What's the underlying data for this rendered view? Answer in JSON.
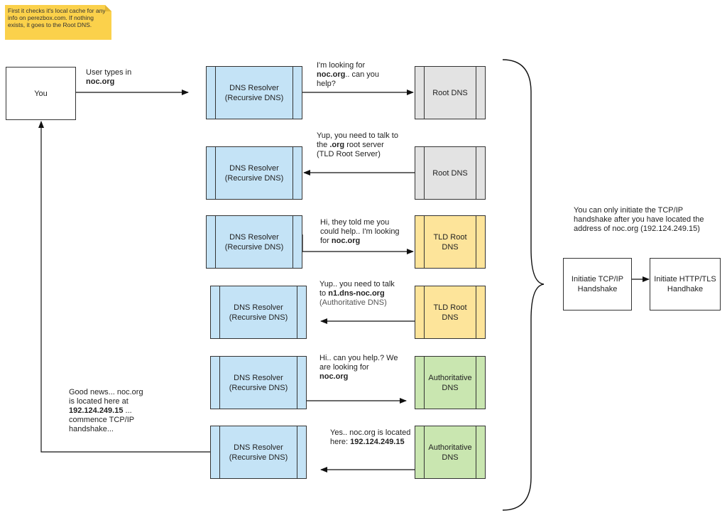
{
  "note": {
    "text": "First it checks it's local cache for any info on perezbox.com. If nothing exists, it goes to the Root DNS."
  },
  "you": {
    "label": "You"
  },
  "user_types": {
    "line1": "User types in",
    "line2": "noc.org"
  },
  "resolver_label": "DNS Resolver\n(Recursive DNS)",
  "root_label": "Root DNS",
  "tld_label": "TLD Root\nDNS",
  "auth_label": "Authoritative\nDNS",
  "messages": {
    "m1": {
      "l1": "I'm looking for",
      "l2b": "noc.org",
      "l2": ".. can you",
      "l3": "help?"
    },
    "m2": {
      "l1": "Yup, you need to talk to",
      "l2a": "the ",
      "l2b": ".org",
      "l2c": " root server",
      "l3": "(TLD Root Server)"
    },
    "m3": {
      "l1": "Hi, they told me you",
      "l2": "could help.. I'm looking",
      "l3a": "for ",
      "l3b": "noc.org"
    },
    "m4": {
      "l1": "Yup.. you need to talk",
      "l2a": "to ",
      "l2b": "n1.dns-noc.org",
      "l3": "(Authoritative DNS)"
    },
    "m5": {
      "l1": "Hi.. can you help.? We",
      "l2": "are looking for",
      "l3b": "noc.org"
    },
    "m6": {
      "l1": "Yes.. noc.org is located",
      "l2a": "here: ",
      "l2b": "192.124.249.15"
    }
  },
  "good_news": {
    "l1": "Good news...  noc.org",
    "l2": "is located here at",
    "l3b": "192.124.249.15",
    "l3": " ...",
    "l4": "commence TCP/IP",
    "l5": "handshake..."
  },
  "tcp_note": {
    "l1": "You can only initiate the TCP/IP",
    "l2": "handshake after you  have located the",
    "l3": "address of noc.org (192.124.249.15)"
  },
  "tcp_box": {
    "label": "Initiatie TCP/IP\nHandshake"
  },
  "http_box": {
    "label": "Initiate HTTP/TLS\nHandhake"
  },
  "colors": {
    "resolver": "#c4e3f6",
    "root": "#e3e3e3",
    "tld": "#fde49a",
    "auth": "#c9e6b0",
    "note": "#fbd14b"
  }
}
